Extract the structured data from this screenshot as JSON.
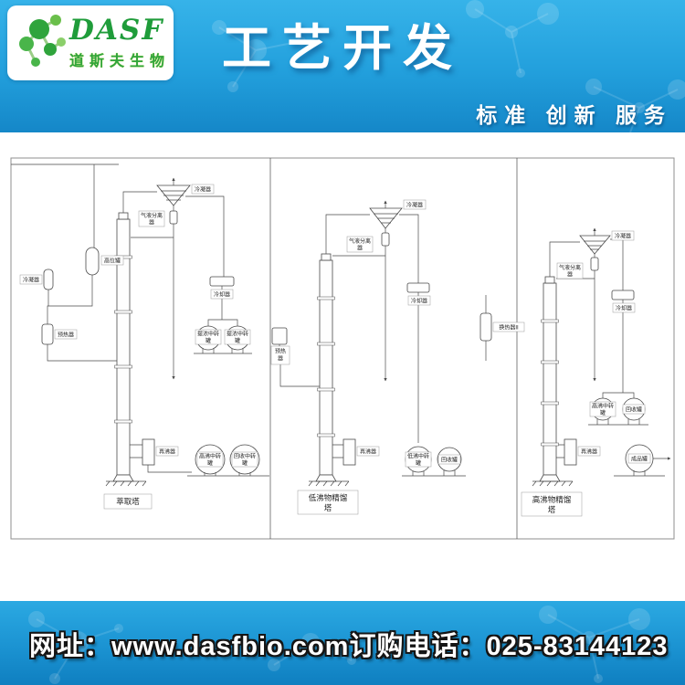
{
  "colors": {
    "header_blue": "#229fdc",
    "footer_blue": "#1b93d2",
    "brand_green": "#2fa43c",
    "diagram_line": "#4a4a4a"
  },
  "header": {
    "logo_brand": "DASF",
    "logo_sub": "道斯夫生物",
    "title": "工艺开发",
    "slogan": "标准 创新 服务"
  },
  "footer": {
    "website": "网址：www.dasfbio.com",
    "phone": "订购电话：025-83144123"
  },
  "diagram": {
    "s1": {
      "condenser": "冷凝器",
      "separator": [
        "气液分离",
        "器"
      ],
      "head_tank": "高位罐",
      "left_condenser": "冷凝器",
      "preheater": "预热器",
      "cooler": "冷却器",
      "mid_tank1": [
        "提浓中转",
        "罐"
      ],
      "mid_tank2": [
        "提浓中转",
        "罐"
      ],
      "reboiler": "再沸器",
      "bottom_tank1": [
        "高沸中转",
        "罐"
      ],
      "bottom_tank2": [
        "回收中转",
        "罐"
      ],
      "tower": "萃取塔"
    },
    "s2": {
      "condenser": "冷凝器",
      "separator": [
        "气液分离",
        "器"
      ],
      "cooler": "冷却器",
      "preheater": [
        "预热",
        "器"
      ],
      "exchanger": "换热器II",
      "tank1": [
        "低沸中转",
        "罐"
      ],
      "tank2": "回收罐",
      "reboiler": "再沸器",
      "tower": [
        "低沸物精馏",
        "塔"
      ]
    },
    "s3": {
      "condenser": "冷凝器",
      "separator": [
        "气液分离",
        "器"
      ],
      "cooler": "冷却器",
      "tank1": [
        "高沸中转",
        "罐"
      ],
      "tank2": "回收罐",
      "reboiler": "再沸器",
      "product_tank": "成品罐",
      "tower": [
        "高沸物精馏",
        "塔"
      ]
    }
  }
}
